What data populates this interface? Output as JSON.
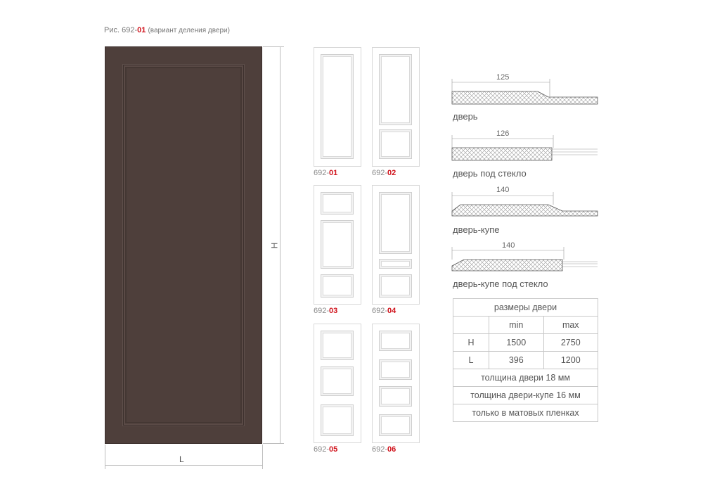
{
  "caption": {
    "prefix": "Рис. 692-",
    "code": "01",
    "note": "(вариант деления двери)"
  },
  "main_door": {
    "height_symbol": "H",
    "width_symbol": "L",
    "color": "#4e3f3b"
  },
  "variants": [
    {
      "prefix": "692-",
      "code": "01"
    },
    {
      "prefix": "692-",
      "code": "02"
    },
    {
      "prefix": "692-",
      "code": "03"
    },
    {
      "prefix": "692-",
      "code": "04"
    },
    {
      "prefix": "692-",
      "code": "05"
    },
    {
      "prefix": "692-",
      "code": "06"
    }
  ],
  "profiles": [
    {
      "dim": "125",
      "label": "дверь"
    },
    {
      "dim": "126",
      "label": "дверь под стекло"
    },
    {
      "dim": "140",
      "label": "дверь-купе"
    },
    {
      "dim": "140",
      "label": "дверь-купе под стекло"
    }
  ],
  "size_table": {
    "title": "размеры двери",
    "col_min": "min",
    "col_max": "max",
    "rows": [
      {
        "name": "H",
        "min": "1500",
        "max": "2750"
      },
      {
        "name": "L",
        "min": "396",
        "max": "1200"
      }
    ],
    "notes": [
      "толщина двери 18 мм",
      "толщина двери-купе 16 мм",
      "только в матовых пленках"
    ]
  },
  "accent_color": "#d0121b"
}
